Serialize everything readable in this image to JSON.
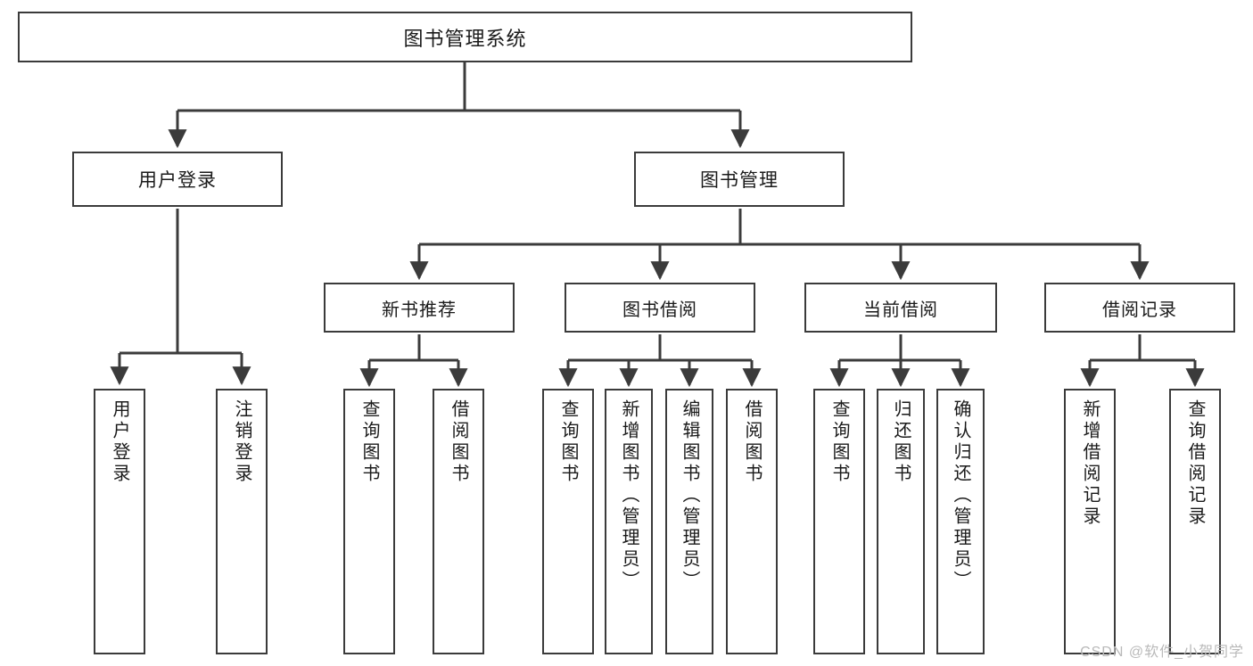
{
  "diagram": {
    "title": "图书管理系统",
    "type": "tree",
    "orientation": "top-down",
    "line_color": "#3b3b3b",
    "box_fill": "#ffffff",
    "text_color": "#1a1a1a",
    "nodes": {
      "root": {
        "label": "图书管理系统"
      },
      "level2": [
        {
          "label": "用户登录"
        },
        {
          "label": "图书管理"
        }
      ],
      "level3": [
        {
          "label": "新书推荐"
        },
        {
          "label": "图书借阅"
        },
        {
          "label": "当前借阅"
        },
        {
          "label": "借阅记录"
        }
      ],
      "leaves": {
        "user_login": [
          {
            "label": "用户登录"
          },
          {
            "label": "注销登录"
          }
        ],
        "new_book_recommend": [
          {
            "label": "查询图书"
          },
          {
            "label": "借阅图书"
          }
        ],
        "book_borrow": [
          {
            "label": "查询图书"
          },
          {
            "label": "新增图书（管理员）"
          },
          {
            "label": "编辑图书（管理员）"
          },
          {
            "label": "借阅图书"
          }
        ],
        "current_borrow": [
          {
            "label": "查询图书"
          },
          {
            "label": "归还图书"
          },
          {
            "label": "确认归还（管理员）"
          }
        ],
        "borrow_record": [
          {
            "label": "新增借阅记录"
          },
          {
            "label": "查询借阅记录"
          }
        ]
      }
    }
  },
  "watermark": {
    "text": "CSDN @软件_小贺同学",
    "color": "#b9b9b9"
  }
}
